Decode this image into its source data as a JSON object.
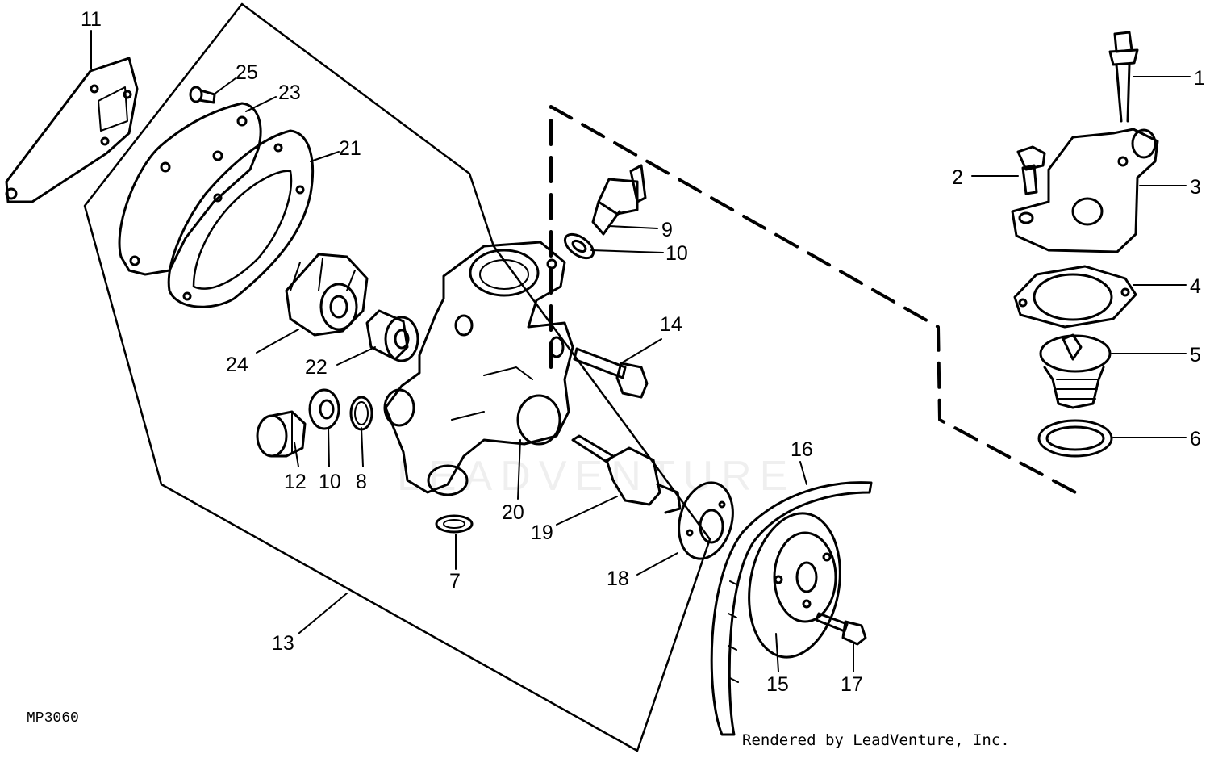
{
  "figure_id": "MP3060",
  "credit": "Rendered by LeadVenture, Inc.",
  "watermark": "LEADVENTURE",
  "callouts": {
    "c1": "1",
    "c2": "2",
    "c3": "3",
    "c4": "4",
    "c5": "5",
    "c6": "6",
    "c7": "7",
    "c8": "8",
    "c9": "9",
    "c10a": "10",
    "c10b": "10",
    "c11": "11",
    "c12": "12",
    "c13": "13",
    "c14": "14",
    "c15": "15",
    "c16": "16",
    "c17": "17",
    "c18": "18",
    "c19": "19",
    "c20": "20",
    "c21": "21",
    "c22": "22",
    "c23": "23",
    "c24": "24",
    "c25": "25"
  }
}
